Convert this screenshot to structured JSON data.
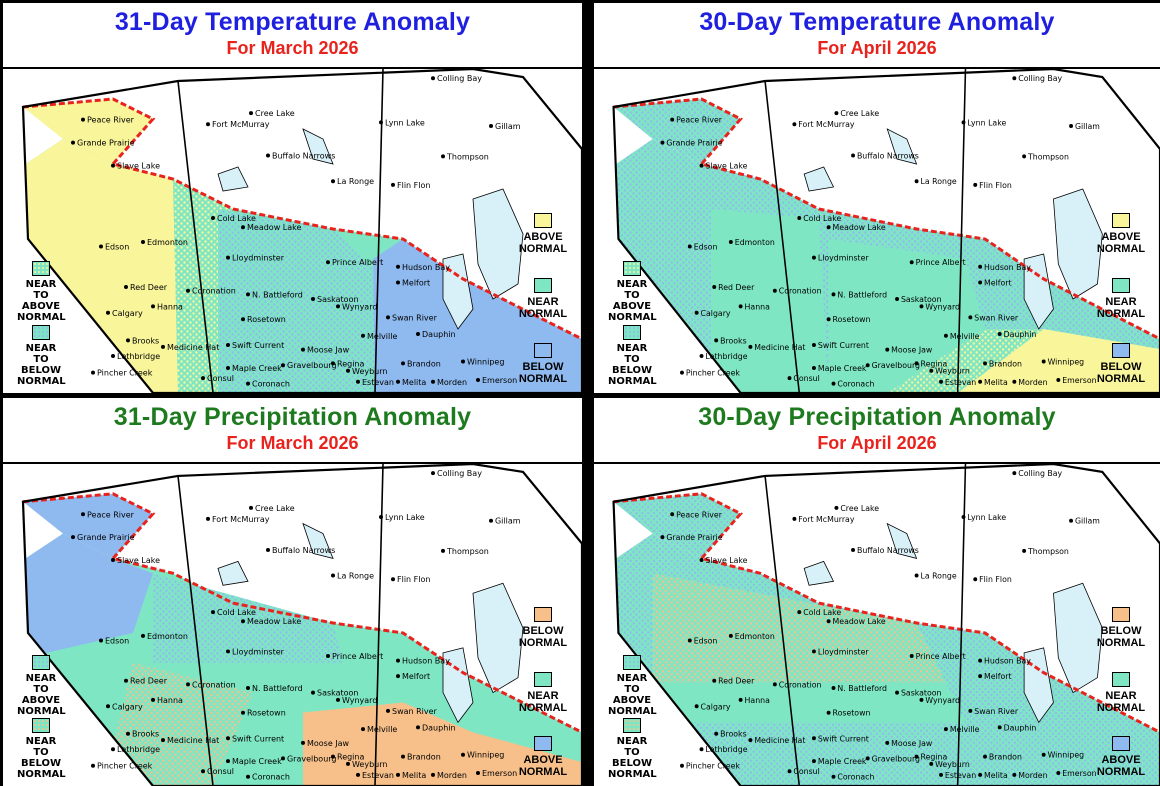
{
  "panels": [
    {
      "id": "tl",
      "title": "31-Day Temperature Anomaly",
      "subtitle": "For March 2026",
      "title_color": "#1f1fe0",
      "variant": "temp-march",
      "legend_right": [
        {
          "label": "ABOVE NORMAL",
          "color": "#f9f59b"
        },
        {
          "label": "NEAR NORMAL",
          "color": "#7fe6c4"
        },
        {
          "label": "BELOW NORMAL",
          "color": "#8fbaf0"
        }
      ],
      "legend_left": [
        {
          "label": "NEAR TO ABOVE NORMAL",
          "pattern": "near-above"
        },
        {
          "label": "NEAR TO BELOW NORMAL",
          "pattern": "near-below"
        }
      ]
    },
    {
      "id": "tr",
      "title": "30-Day Temperature Anomaly",
      "subtitle": "For April 2026",
      "title_color": "#1f1fe0",
      "variant": "temp-april",
      "legend_right": [
        {
          "label": "ABOVE NORMAL",
          "color": "#f9f59b"
        },
        {
          "label": "NEAR NORMAL",
          "color": "#7fe6c4"
        },
        {
          "label": "BELOW NORMAL",
          "color": "#8fbaf0"
        }
      ],
      "legend_left": [
        {
          "label": "NEAR TO ABOVE NORMAL",
          "pattern": "near-above"
        },
        {
          "label": "NEAR TO BELOW NORMAL",
          "pattern": "near-below"
        }
      ]
    },
    {
      "id": "bl",
      "title": "31-Day Precipitation Anomaly",
      "subtitle": "For March 2026",
      "title_color": "#1e7a1e",
      "variant": "precip-march",
      "legend_right": [
        {
          "label": "BELOW NORMAL",
          "color": "#f7c08b"
        },
        {
          "label": "NEAR NORMAL",
          "color": "#7fe6c4"
        },
        {
          "label": "ABOVE NORMAL",
          "color": "#8fbaf0"
        }
      ],
      "legend_left": [
        {
          "label": "NEAR TO ABOVE NORMAL",
          "pattern": "near-above-precip"
        },
        {
          "label": "NEAR TO BELOW NORMAL",
          "pattern": "near-below-precip"
        }
      ]
    },
    {
      "id": "br",
      "title": "30-Day Precipitation Anomaly",
      "subtitle": "For April 2026",
      "title_color": "#1e7a1e",
      "variant": "precip-april",
      "legend_right": [
        {
          "label": "BELOW NORMAL",
          "color": "#f7c08b"
        },
        {
          "label": "NEAR NORMAL",
          "color": "#7fe6c4"
        },
        {
          "label": "ABOVE NORMAL",
          "color": "#8fbaf0"
        }
      ],
      "legend_left": [
        {
          "label": "NEAR TO ABOVE NORMAL",
          "pattern": "near-above-precip"
        },
        {
          "label": "NEAR TO BELOW NORMAL",
          "pattern": "near-below-precip"
        }
      ]
    }
  ],
  "cities": [
    "Colling Bay",
    "Cree Lake",
    "Fort McMurray",
    "Peace River",
    "Grande Prairie",
    "Slave Lake",
    "Lynn Lake",
    "Gillam",
    "Buffalo Narrows",
    "Thompson",
    "La Ronge",
    "Flin Flon",
    "Cold Lake",
    "Meadow Lake",
    "Edmonton",
    "Edson",
    "Lloydminster",
    "Prince Albert",
    "Hudson Bay",
    "Melfort",
    "Red Deer",
    "Coronation",
    "N. Battleford",
    "Saskatoon",
    "Wynyard",
    "Hanna",
    "Swan River",
    "Dauphin",
    "Calgary",
    "Rosetown",
    "Melville",
    "Brooks",
    "Medicine Hat",
    "Swift Current",
    "Moose Jaw",
    "Regina",
    "Lethbridge",
    "Brandon",
    "Winnipeg",
    "Maple Creek",
    "Gravelbourg",
    "Weyburn",
    "Pincher Creek",
    "Consul",
    "Coronach",
    "Estevan",
    "Melita",
    "Morden",
    "Emerson"
  ]
}
